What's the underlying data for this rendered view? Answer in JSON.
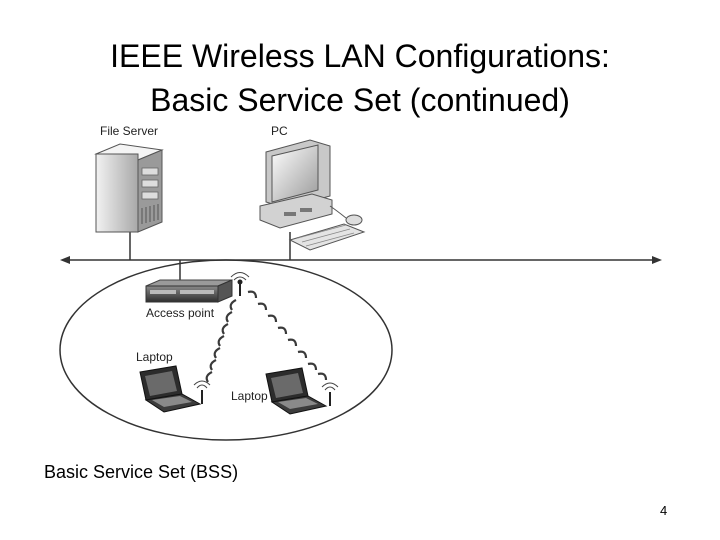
{
  "slide": {
    "title_line1": "IEEE Wireless LAN Configurations:",
    "title_line2": "Basic Service Set (continued)",
    "caption": "Basic Service Set (BSS)",
    "page_number": "4"
  },
  "diagram": {
    "labels": {
      "file_server": "File Server",
      "pc": "PC",
      "access_point": "Access point",
      "laptop_left": "Laptop",
      "laptop_right": "Laptop"
    }
  },
  "colors": {
    "device_light": "#e6e6e6",
    "device_mid": "#b4b4b4",
    "device_dark": "#3a3a3a",
    "line": "#333333"
  }
}
